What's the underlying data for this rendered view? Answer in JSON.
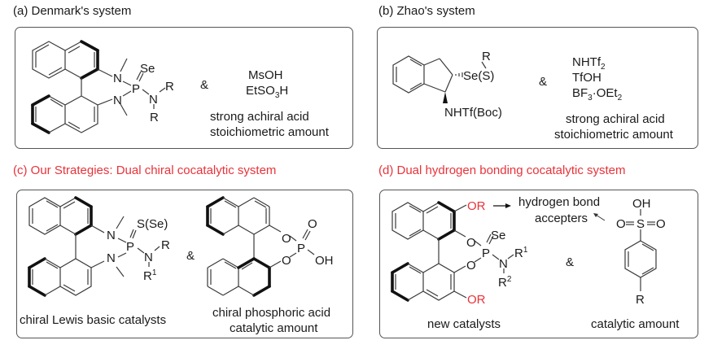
{
  "panels": {
    "a": {
      "caption": "(a) Denmark's system",
      "caption_color": "#1a1a1a",
      "catalyst": {
        "atoms": {
          "se": "Se",
          "p": "P",
          "n1": "N",
          "n2": "N",
          "n3": "N",
          "r1": "R",
          "r2": "R"
        }
      },
      "amp": "&",
      "acids": [
        "MsOH",
        "EtSO3H"
      ],
      "acid_labels": {
        "ms": "MsOH",
        "et_pre": "EtSO",
        "et_sub": "3",
        "et_post": "H"
      },
      "note_line1": "strong achiral acid",
      "note_line2": "stoichiometric amount"
    },
    "b": {
      "caption": "(b) Zhao's system",
      "caption_color": "#1a1a1a",
      "catalyst": {
        "atoms": {
          "r": "R",
          "se": "Se(S)",
          "nh": "NHTf(Boc)"
        }
      },
      "amp": "&",
      "acids": [
        "NHTf2",
        "TfOH",
        "BF3·OEt2"
      ],
      "acid_labels": {
        "nhtf": "NHTf",
        "nhtf_sub": "2",
        "tfoh": "TfOH",
        "bf": "BF",
        "bf_sub": "3",
        "bf_mid": "·OEt",
        "bf_sub2": "2"
      },
      "note_line1": "strong achiral acid",
      "note_line2": "stoichiometric amount"
    },
    "c": {
      "caption": "(c) Our Strategies: Dual chiral cocatalytic system",
      "caption_color": "#e8333a",
      "catalyst": {
        "atoms": {
          "s": "S(Se)",
          "p": "P",
          "n1": "N",
          "n2": "N",
          "n3": "N",
          "r": "R",
          "r1": "R",
          "r1_sup": "1"
        }
      },
      "catalyst_label": "chiral Lewis basic catalysts",
      "amp": "&",
      "acid": {
        "atoms": {
          "o_top": "O",
          "o1": "O",
          "o2": "O",
          "p": "P",
          "oh": "OH"
        }
      },
      "acid_label_line1": "chiral phosphoric acid",
      "acid_label_line2": "catalytic amount"
    },
    "d": {
      "caption": "(d) Dual hydrogen bonding cocatalytic system",
      "caption_color": "#e8333a",
      "catalyst": {
        "atoms": {
          "or_top": "OR",
          "or_bottom": "OR",
          "se": "Se",
          "p": "P",
          "o1": "O",
          "o2": "O",
          "n": "N",
          "r1": "R",
          "r1_sup": "1",
          "r2": "R",
          "r2_sup": "2"
        }
      },
      "annotation_line1": "hydrogen bond",
      "annotation_line2": "accepters",
      "catalyst_label": "new catalysts",
      "amp": "&",
      "acid": {
        "atoms": {
          "oh": "OH",
          "o_left": "O",
          "s": "S",
          "o_right": "O",
          "r": "R"
        }
      },
      "acid_label": "catalytic amount",
      "highlight_color": "#e8333a"
    }
  }
}
